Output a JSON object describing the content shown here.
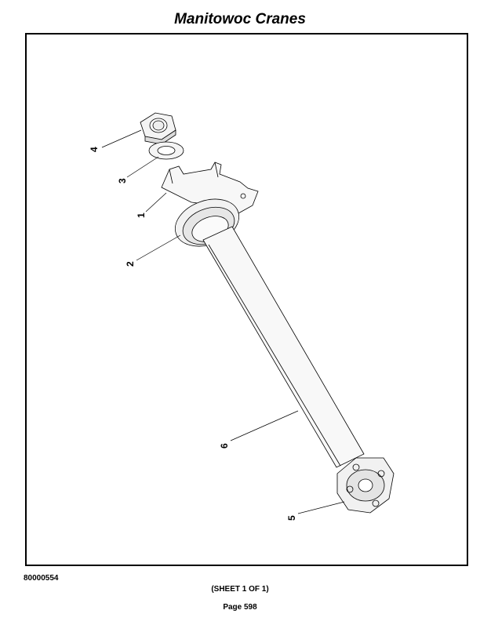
{
  "header": {
    "title": "Manitowoc Cranes"
  },
  "diagram": {
    "callouts": [
      "4",
      "3",
      "1",
      "2",
      "6",
      "5"
    ]
  },
  "footer": {
    "drawing_number": "80000554",
    "sheet": "(SHEET 1 OF 1)",
    "page": "Page 598"
  }
}
